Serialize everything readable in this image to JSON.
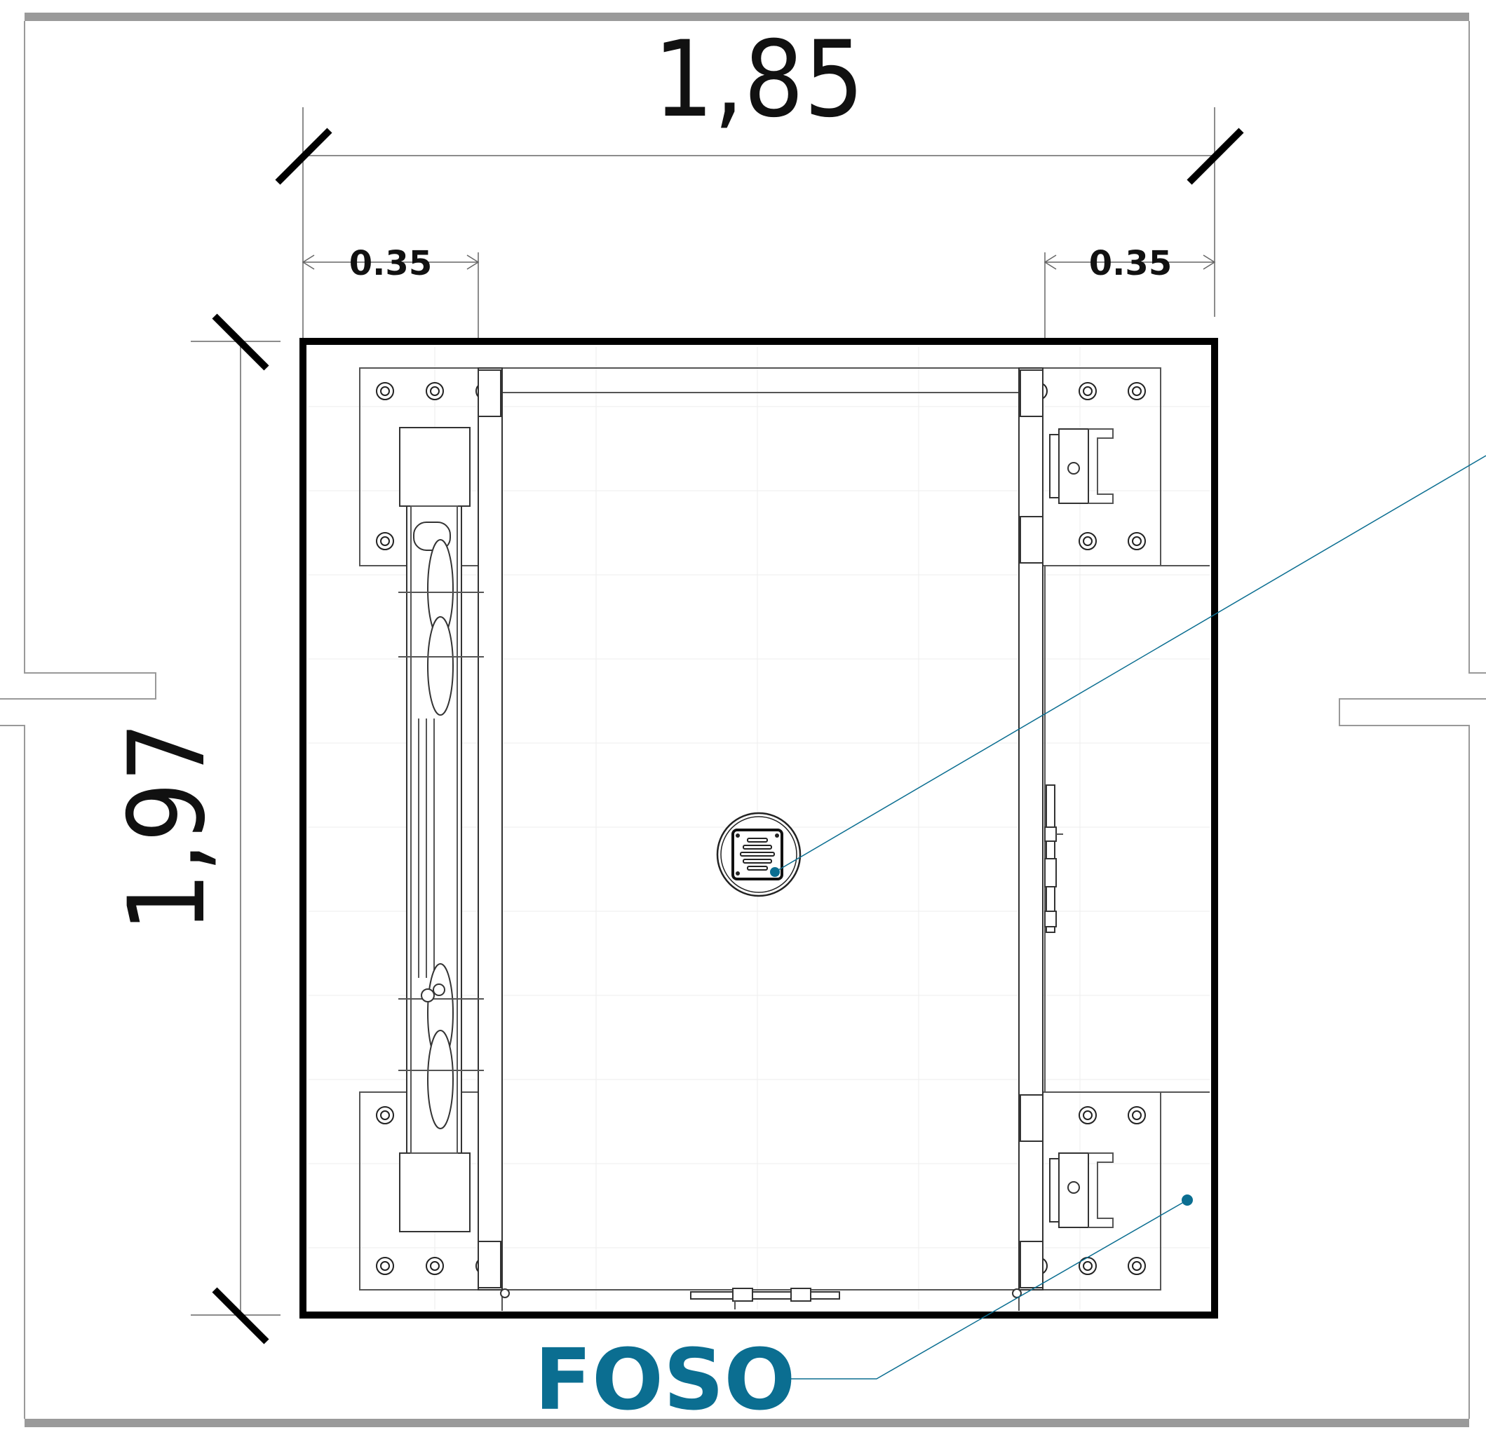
{
  "drawing": {
    "overall_width": "1,85",
    "overall_depth": "1,97",
    "left_offset": "0.35",
    "right_offset": "0.35",
    "pit_label": "FOSO"
  },
  "colors": {
    "accent": "#0b6e91",
    "line": "#000000",
    "wall": "#9a9a9a"
  }
}
